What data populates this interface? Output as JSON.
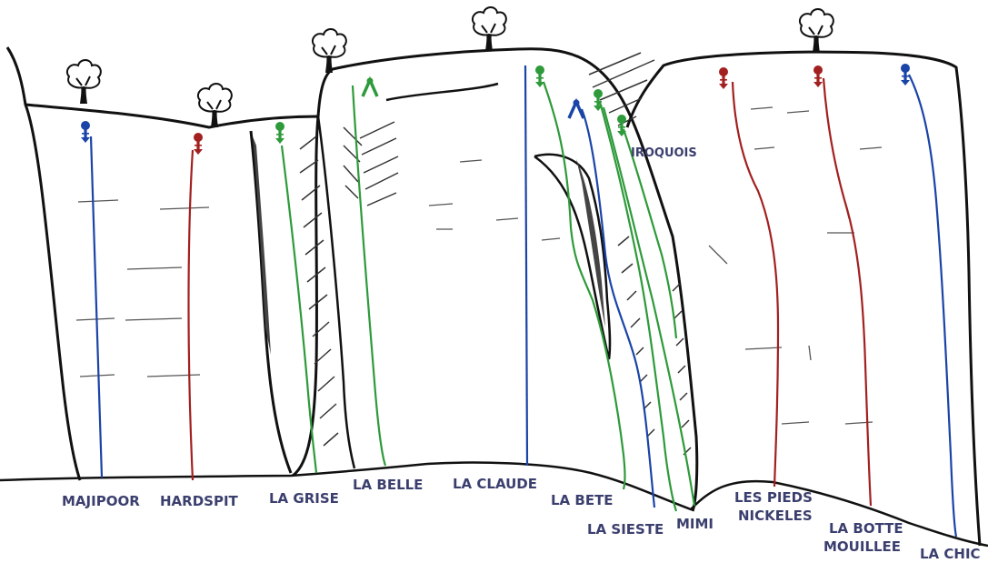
{
  "colors": {
    "outline": "#111111",
    "hatch": "#333333",
    "blue": "#1a44a8",
    "red": "#a32020",
    "green": "#2e9a3a",
    "label": "#3b3f6e"
  },
  "routes": [
    {
      "name": "MAJIPOOR",
      "color": "blue"
    },
    {
      "name": "HARDSPIT",
      "color": "red"
    },
    {
      "name": "LA GRISE",
      "color": "green"
    },
    {
      "name": "LA BELLE",
      "color": "green"
    },
    {
      "name": "LA CLAUDE",
      "color": "blue"
    },
    {
      "name": "LA BETE",
      "color": "blue"
    },
    {
      "name": "LA SIESTE",
      "color": "green"
    },
    {
      "name": "MIMI",
      "color": "green"
    },
    {
      "name": "IROQUOIS",
      "color": "green"
    },
    {
      "name": "LES PIEDS NICKELES",
      "color": "red"
    },
    {
      "name": "LA BOTTE MOUILLEE",
      "color": "red"
    },
    {
      "name": "LA CHIC",
      "color": "blue"
    }
  ],
  "labels": {
    "majipoor": "MAJIPOOR",
    "hardspit": "HARDSPIT",
    "la_grise": "LA GRISE",
    "la_belle": "LA BELLE",
    "la_claude": "LA CLAUDE",
    "la_bete": "LA BETE",
    "la_sieste": "LA SIESTE",
    "mimi": "MIMI",
    "iroquois": "IROQUOIS",
    "les_pieds_line1": "LES PIEDS",
    "les_pieds_line2": "NICKELES",
    "la_botte_line1": "LA BOTTE",
    "la_botte_line2": "MOUILLEE",
    "la_chic": "LA CHIC"
  },
  "icons": {
    "tree": "tree-icon",
    "bolt_anchor": "bolt-anchor-icon",
    "double_anchor": "double-anchor-icon"
  }
}
